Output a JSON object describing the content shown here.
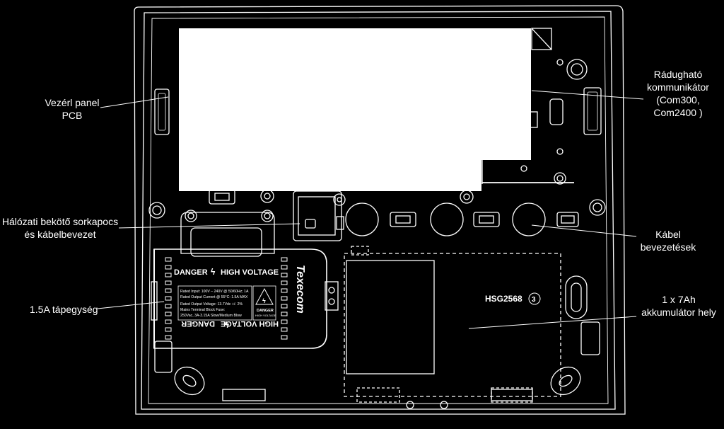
{
  "labels": {
    "pcb": [
      "Vezérl   panel",
      "PCB"
    ],
    "terminal": [
      "Hálózati bekötő sorkapocs",
      "és kábelbevezet"
    ],
    "psu": [
      "1.5A tápegység"
    ],
    "communicator": [
      "Rádugható",
      "kommunikátor",
      "(Com300,",
      "Com2400 )"
    ],
    "cable": [
      "Kábel",
      "bevezetések"
    ],
    "battery": [
      "1 x 7Ah",
      "akkumulátor hely"
    ]
  },
  "psu_module": {
    "danger_top": "DANGER",
    "hv_top": "HIGH VOLTAGE",
    "danger_bottom": "DANGER",
    "hv_bottom": "HIGH VOLTAGE",
    "brand": "Texecom",
    "spec_lines": [
      "Rated Input: 100V – 240V @ 50/60Hz; 1A",
      "Rated Output Current @ 55°C: 1.5A MAX",
      "Rated Output Voltage: 13.7Vdc +/- 2%",
      "Mains Terminal Block Fuse:",
      "250Vac, 3A-3.15A Slow/Medium Blow"
    ],
    "warning_text": [
      "DANGER",
      "HIGH VOLTAGE"
    ]
  },
  "battery_area": {
    "model": "HSG2568",
    "revision": "3"
  },
  "colors": {
    "background": "#000000",
    "line": "#ffffff",
    "pcb_fill": "#ffffff"
  }
}
